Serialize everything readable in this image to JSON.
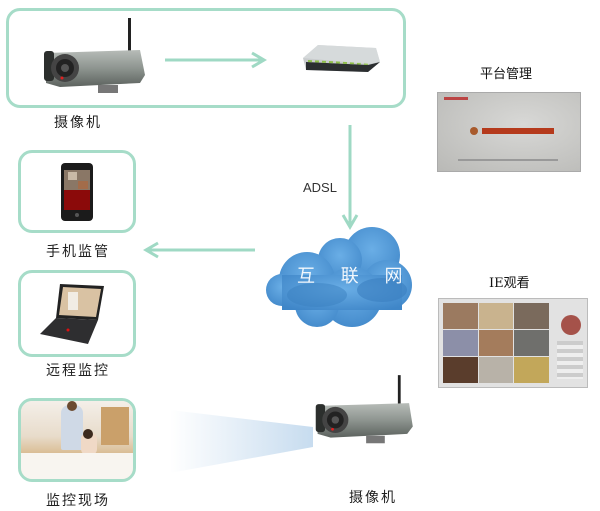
{
  "top_group": {
    "camera_label": "摄像机"
  },
  "link": {
    "adsl_label": "ADSL"
  },
  "internet": {
    "label": "互 联 网"
  },
  "clients": [
    {
      "label": "手机监管",
      "icon": "smartphone-icon"
    },
    {
      "label": "远程监控",
      "icon": "laptop-icon"
    },
    {
      "label": "监控现场",
      "icon": "room-scene-icon"
    }
  ],
  "bottom_camera": {
    "label": "摄像机"
  },
  "right_panels": [
    {
      "title": "平台管理",
      "screen": "platform-login-screen"
    },
    {
      "title": "IE观看",
      "screen": "ie-multiview-screen"
    }
  ],
  "colors": {
    "box_border": "#a6dcc8",
    "arrow": "#9fd9c4",
    "cloud": "#4d95d3",
    "beam": "#c7dcef"
  }
}
